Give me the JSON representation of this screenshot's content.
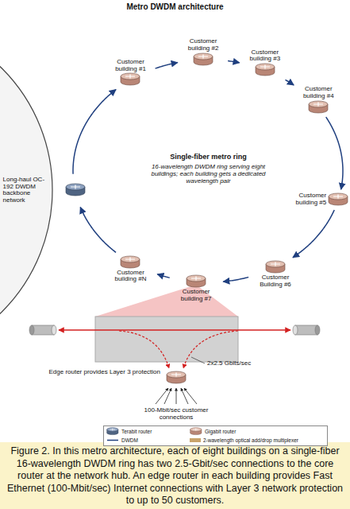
{
  "diagram": {
    "title": "Metro DWDM architecture",
    "caption": "Figure 2. In this metro architecture, each of eight buildings on a single-fiber 16-wavelength DWDM ring has two 2.5-Gbit/sec connections to the core router at the network hub. An edge router in each building provides Fast Ethernet (100-Mbit/sec) Internet connections with Layer 3 network protection to up to 50 customers.",
    "nodes": [
      {
        "text": [
          "Long-haul OC-192 DWDM backbone network"
        ]
      },
      {
        "text": [
          "Customer building #1"
        ]
      },
      {
        "text": [
          "Customer building #2"
        ]
      },
      {
        "text": [
          "Customer building #3"
        ]
      },
      {
        "text": [
          "Customer building #4"
        ]
      },
      {
        "text": [
          "Customer building #5"
        ]
      },
      {
        "text": [
          "Customer Building #6"
        ]
      },
      {
        "text": [
          "Customer building #7"
        ]
      },
      {
        "text": [
          "Customer building #N"
        ]
      }
    ],
    "edges": [
      {
        "from": 0,
        "to": 1,
        "arrow": "to"
      },
      {
        "from": 1,
        "to": 2,
        "arrow": "to"
      },
      {
        "from": 2,
        "to": 3,
        "arrow": "to"
      },
      {
        "from": 3,
        "to": 4,
        "arrow": "to"
      },
      {
        "from": 4,
        "to": 5,
        "arrow": "to"
      },
      {
        "from": 5,
        "to": 6,
        "arrow": "to"
      },
      {
        "from": 6,
        "to": 7,
        "arrow": "to"
      },
      {
        "from": 7,
        "to": 8,
        "arrow": "to"
      },
      {
        "from": 8,
        "to": 0,
        "arrow": "to"
      }
    ],
    "labels": [
      "Single-fiber metro ring",
      "16-wavelength DWDM ring serving eight buildings; each building gets a dedicated wavelength pair",
      "2x2.5 Gbits/sec",
      "Edge router provides Layer 3 protection",
      "100-Mbit/sec customer connections"
    ],
    "legend": [
      {
        "text": "Terabit router"
      },
      {
        "text": "Gigabit router"
      },
      {
        "text": "DWDM"
      },
      {
        "text": "2-wavelength optical add/drop multiplexer",
        "color": "#c9a36b"
      }
    ]
  }
}
